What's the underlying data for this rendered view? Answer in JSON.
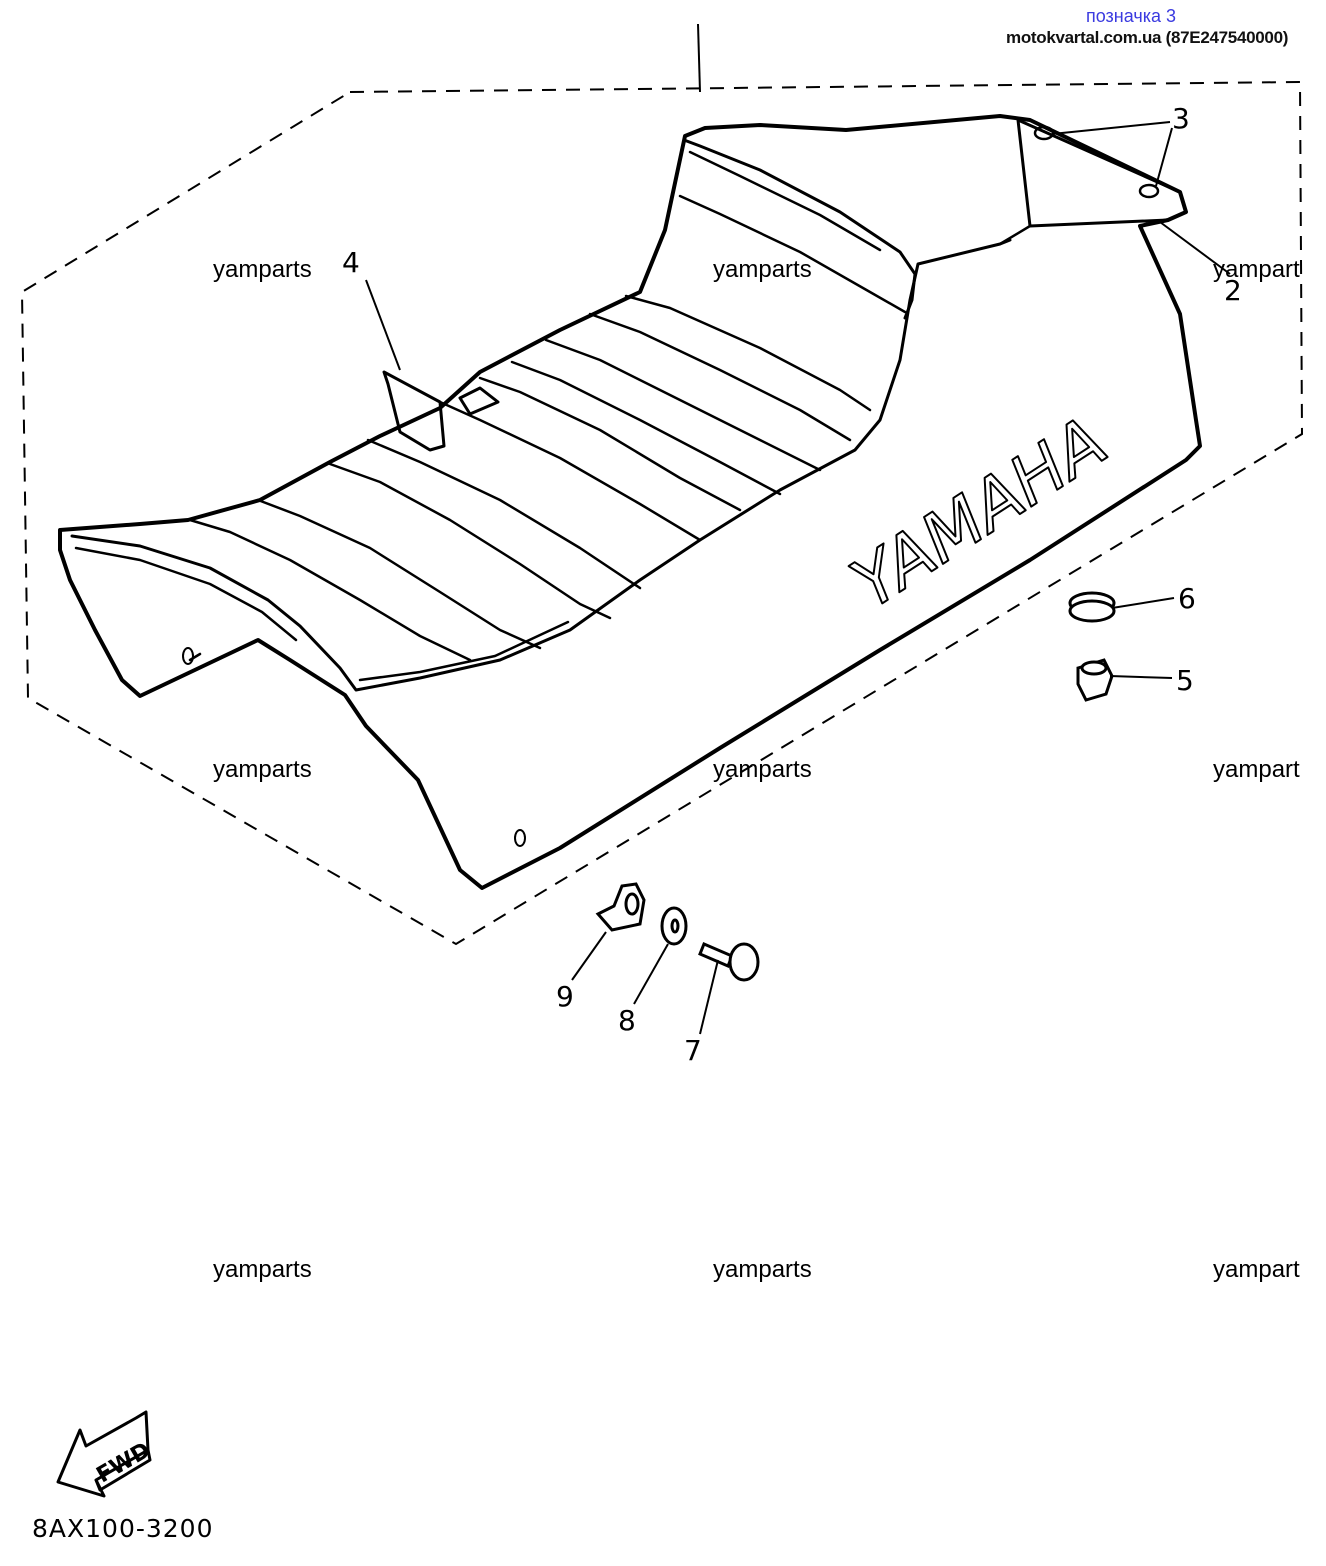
{
  "header": {
    "link_text": "позначка 3",
    "site_text": "motokvartal.com.ua (87E247540000)"
  },
  "watermark": "yamparts",
  "watermark_clipped": "yampart",
  "seat": {
    "brand_text": "YAMAHA"
  },
  "callouts": {
    "c2": "2",
    "c3": "3",
    "c4": "4",
    "c5": "5",
    "c6": "6",
    "c7": "7",
    "c8": "8",
    "c9": "9"
  },
  "fwd_label": "FWD",
  "diagram_code": "8AX100-3200"
}
